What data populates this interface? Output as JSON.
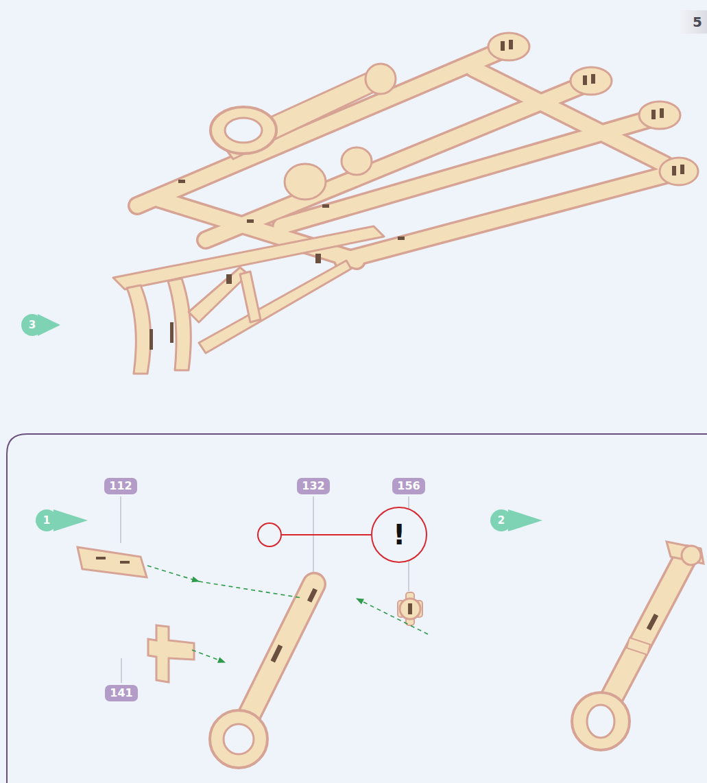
{
  "diagram": {
    "nodes": [
      {
        "text": [
          "5"
        ]
      },
      {
        "text": [
          "3"
        ]
      },
      {
        "text": [
          "112"
        ]
      },
      {
        "text": [
          "132"
        ]
      },
      {
        "text": [
          "156"
        ]
      },
      {
        "text": [
          "1"
        ]
      },
      {
        "text": [
          "2"
        ]
      },
      {
        "text": [
          "!"
        ]
      },
      {
        "text": [
          "141"
        ]
      }
    ]
  }
}
